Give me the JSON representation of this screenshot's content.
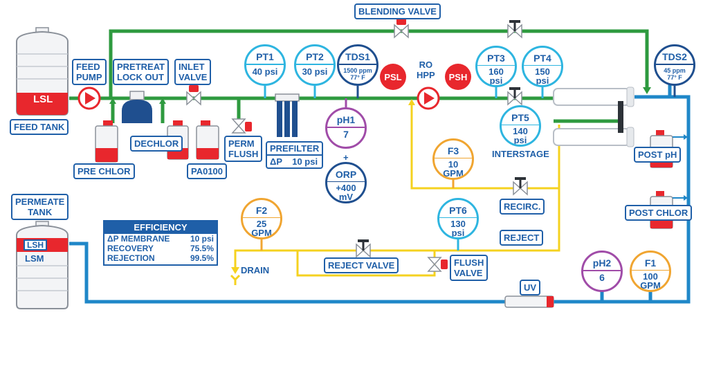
{
  "labels": {
    "blending_valve": "BLENDING VALVE",
    "feed_pump": "FEED\nPUMP",
    "pretreat_lockout": "PRETREAT\nLOCK OUT",
    "inlet_valve": "INLET\nVALVE",
    "ro_hpp": "RO\nHPP",
    "feed_tank": "FEED TANK",
    "pre_chlor": "PRE CHLOR",
    "dechlor": "DECHLOR",
    "pa0100": "PA0100",
    "perm_flush": "PERM\nFLUSH",
    "prefilter": "PREFILTER",
    "prefilter_dp": "ΔP    10 psi",
    "interstage": "INTERSTAGE",
    "post_ph": "POST pH",
    "post_chlor": "POST CHLOR",
    "permeate_tank": "PERMEATE\nTANK",
    "recirc": "RECIRC.",
    "reject": "REJECT",
    "reject_valve": "REJECT VALVE",
    "flush_valve": "FLUSH\nVALVE",
    "drain": "DRAIN",
    "uv": "UV",
    "orp_plus": "+"
  },
  "tanks": {
    "lsl": "LSL",
    "lsh": "LSH",
    "lsm": "LSM"
  },
  "switches": {
    "psl": "PSL",
    "psh": "PSH"
  },
  "gauges": {
    "pt1": {
      "tag": "PT1",
      "value": "40 psi"
    },
    "pt2": {
      "tag": "PT2",
      "value": "30 psi"
    },
    "tds1": {
      "tag": "TDS1",
      "value": "1500 ppm\n77° F"
    },
    "ph1": {
      "tag": "pH1",
      "value": "7"
    },
    "orp": {
      "tag": "ORP",
      "value": "+400\nmV"
    },
    "pt3": {
      "tag": "PT3",
      "value": "160\npsi"
    },
    "pt4": {
      "tag": "PT4",
      "value": "150\npsi"
    },
    "tds2": {
      "tag": "TDS2",
      "value": "45 ppm\n77° F"
    },
    "pt5": {
      "tag": "PT5",
      "value": "140\npsi"
    },
    "f3": {
      "tag": "F3",
      "value": "10\nGPM"
    },
    "f2": {
      "tag": "F2",
      "value": "25\nGPM"
    },
    "pt6": {
      "tag": "PT6",
      "value": "130\npsi"
    },
    "ph2": {
      "tag": "pH2",
      "value": "6"
    },
    "f1": {
      "tag": "F1",
      "value": "100\nGPM"
    }
  },
  "efficiency": {
    "title": "EFFICIENCY",
    "rows": [
      {
        "name": "ΔP MEMBRANE",
        "value": "10 psi"
      },
      {
        "name": "RECOVERY",
        "value": "75.5%"
      },
      {
        "name": "REJECTION",
        "value": "99.5%"
      }
    ]
  },
  "colors": {
    "feed_line": "#2e9a3f",
    "permeate_line": "#1f87c8",
    "reject_line": "#f5d21f",
    "alarm": "#e8272d",
    "label": "#1f5fa8"
  }
}
